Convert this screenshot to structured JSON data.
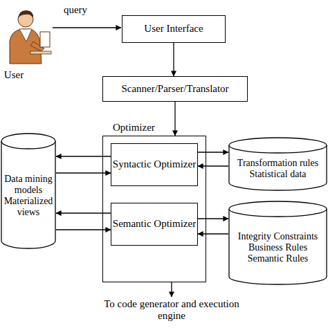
{
  "diagram": {
    "nodes": [
      {
        "text": [
          "User Interface"
        ]
      },
      {
        "text": [
          "Scanner/Parser/Translator"
        ]
      },
      {
        "text": [
          "Optimizer"
        ]
      },
      {
        "text": [
          "Syntactic Optimizer"
        ],
        "in": 2
      },
      {
        "text": [
          "Semantic Optimizer"
        ],
        "in": 2
      },
      {
        "text": [
          "Data mining models Materialized views"
        ]
      },
      {
        "text": [
          "Transformation rules Statistical data"
        ]
      },
      {
        "text": [
          "Integrity Constraints Business Rules Semantic Rules"
        ]
      }
    ],
    "edges": [
      {
        "from": 0,
        "to": 1,
        "arrow": "to"
      },
      {
        "from": 1,
        "to": 2,
        "arrow": "to"
      },
      {
        "from": 3,
        "to": 5,
        "arrow": "to"
      },
      {
        "from": 5,
        "to": 3,
        "arrow": "to"
      },
      {
        "from": 3,
        "to": 6,
        "arrow": "to"
      },
      {
        "from": 6,
        "to": 3,
        "arrow": "to"
      },
      {
        "from": 4,
        "to": 5,
        "arrow": "to"
      },
      {
        "from": 5,
        "to": 4,
        "arrow": "to"
      },
      {
        "from": 4,
        "to": 7,
        "arrow": "to"
      },
      {
        "from": 7,
        "to": 4,
        "arrow": "to"
      }
    ],
    "labels": [
      "query",
      "User",
      "To code generator and execution engine"
    ]
  }
}
